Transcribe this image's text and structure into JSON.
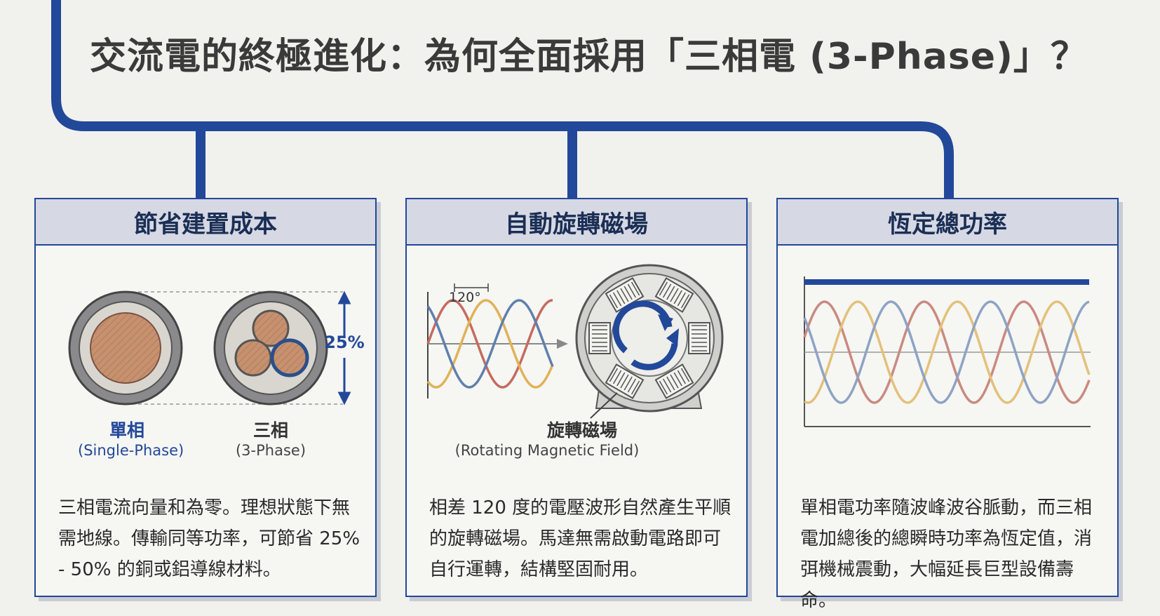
{
  "title": "交流電的終極進化：為何全面採用「三相電 (3-Phase)」？",
  "colors": {
    "primary": "#22489a",
    "header_bg": "#d6d9e3",
    "phase_red": "#c56b5e",
    "phase_yellow": "#e0b258",
    "phase_blue": "#5f80ad",
    "copper": "#c7916f"
  },
  "cards": [
    {
      "title": "節省建置成本",
      "single_cn": "單相",
      "single_en": "(Single-Phase)",
      "three_cn": "三相",
      "three_en": "(3-Phase)",
      "percent": "25%",
      "desc": "三相電流向量和為零。理想狀態下無需地線。傳輸同等功率，可節省 25% - 50% 的銅或鋁導線材料。"
    },
    {
      "title": "自動旋轉磁場",
      "angle_label": "120°",
      "field_cn": "旋轉磁場",
      "field_en": "(Rotating Magnetic Field)",
      "desc": "相差 120 度的電壓波形自然產生平順的旋轉磁場。馬達無需啟動電路即可自行運轉，結構堅固耐用。"
    },
    {
      "title": "恆定總功率",
      "desc": "單相電功率隨波峰波谷脈動，而三相電加總後的總瞬時功率為恆定值，消弭機械震動，大幅延長巨型設備壽命。"
    }
  ]
}
